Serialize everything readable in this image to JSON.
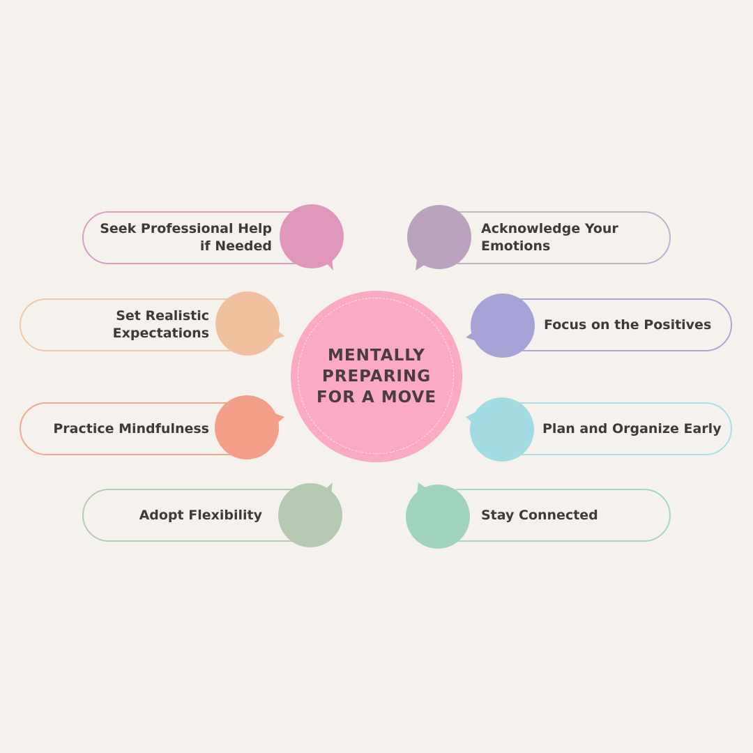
{
  "hub": {
    "title": "MENTALLY PREPARING FOR A MOVE"
  },
  "items": [
    {
      "id": "seek-professional-help",
      "label": "Seek Professional Help if Needed",
      "color": "#e197bb",
      "border": "#da9cc4",
      "side": "left"
    },
    {
      "id": "set-realistic-expectations",
      "label": "Set Realistic Expectations",
      "color": "#f1c19f",
      "border": "#f2c7a5",
      "side": "left"
    },
    {
      "id": "practice-mindfulness",
      "label": "Practice Mindfulness",
      "color": "#f49f8a",
      "border": "#f0a891",
      "side": "left"
    },
    {
      "id": "adopt-flexibility",
      "label": "Adopt Flexibility",
      "color": "#b5c9b2",
      "border": "#b4cab2",
      "side": "left"
    },
    {
      "id": "acknowledge-emotions",
      "label": "Acknowledge Your Emotions",
      "color": "#bba3c0",
      "border": "#c5adcc",
      "side": "right"
    },
    {
      "id": "focus-positives",
      "label": "Focus on the Positives",
      "color": "#a8a3d6",
      "border": "#aca6d6",
      "side": "right"
    },
    {
      "id": "plan-organize-early",
      "label": "Plan and Organize Early",
      "color": "#a3dbe2",
      "border": "#a9dfe4",
      "side": "right"
    },
    {
      "id": "stay-connected",
      "label": "Stay Connected",
      "color": "#a0d3bd",
      "border": "#a6d6c1",
      "side": "right"
    }
  ]
}
